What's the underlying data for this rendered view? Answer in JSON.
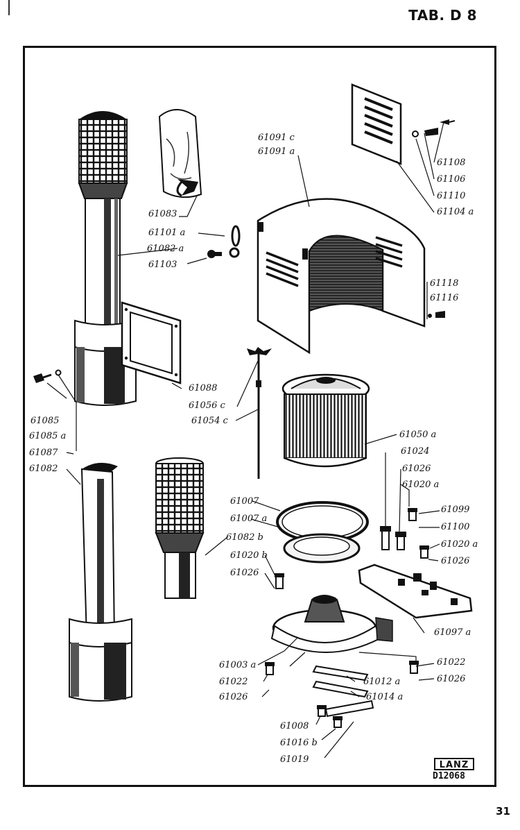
{
  "page": {
    "title": "TAB. D 8",
    "page_number": "31"
  },
  "stamp": {
    "brand": "LANZ",
    "code": "D12068"
  },
  "labels": [
    "61083",
    "61101 a",
    "61082 a",
    "61103",
    "61091 c",
    "61091 a",
    "61108",
    "61106",
    "61110",
    "61104 a",
    "61118",
    "61116",
    "61088",
    "61056 c",
    "61054 c",
    "61085",
    "61085 a",
    "61087",
    "61082",
    "61050 a",
    "61024",
    "61026",
    "61020 a",
    "61007",
    "61007 a",
    "61082 b",
    "61099",
    "61100",
    "61020 a",
    "61026",
    "61020 b",
    "61026",
    "61097 a",
    "61003 a",
    "61022",
    "61026",
    "61012 a",
    "61014 a",
    "61022",
    "61026",
    "61008",
    "61016 b",
    "61019"
  ]
}
